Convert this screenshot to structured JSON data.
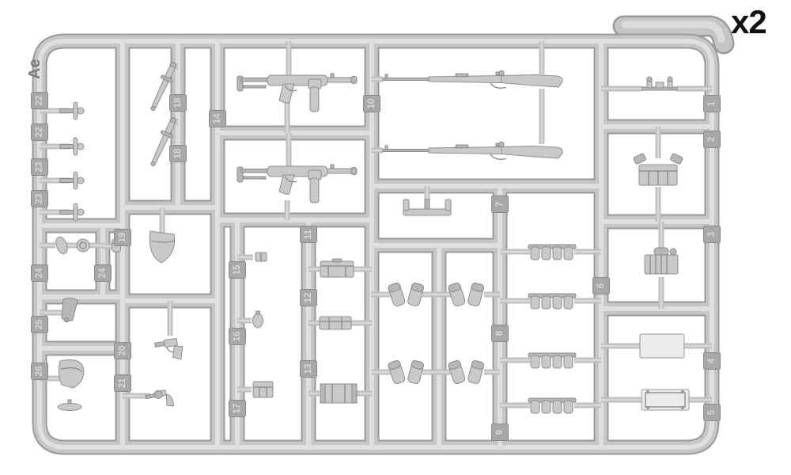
{
  "multiplier_label": "x2",
  "sprue": {
    "id_label": "Ae",
    "part_tags": [
      "22",
      "22",
      "23",
      "23",
      "24",
      "24",
      "25",
      "26",
      "18",
      "18",
      "19",
      "20",
      "21",
      "14",
      "15",
      "16",
      "17",
      "11",
      "12",
      "13",
      "10",
      "7",
      "8",
      "9",
      "6",
      "1",
      "2",
      "3",
      "4",
      "5"
    ]
  },
  "colors": {
    "background": "#ffffff",
    "plastic_light": "#dfdfdf",
    "plastic_mid": "#c6c6c6",
    "plastic_dark": "#9a9a9a",
    "tag_background": "#a8a8a8",
    "tag_text": "#d8d8d8",
    "multiplier_text": "#111111",
    "sprue_letter": "#7c7c7c"
  }
}
